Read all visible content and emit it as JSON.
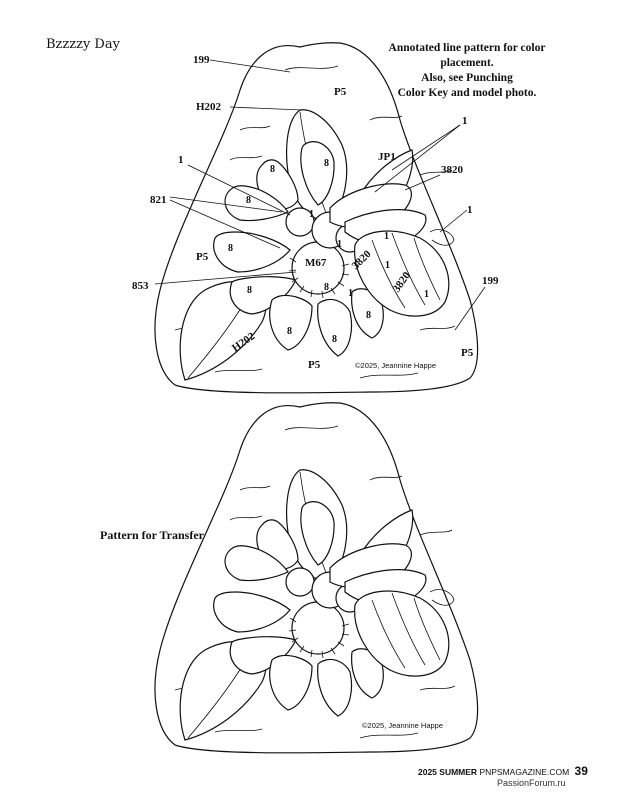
{
  "header": {
    "pattern_title": "Bzzzzy Day"
  },
  "annotation_note": {
    "lines": [
      "Annotated line pattern for color",
      "placement.",
      "Also, see Punching",
      "Color Key and model photo."
    ]
  },
  "color_labels": {
    "c199_top": "199",
    "h202_top": "H202",
    "p5_top": "P5",
    "one_left": "1",
    "c821": "821",
    "jp1": "JP1",
    "one_right": "1",
    "c3820": "3820",
    "one_far_right": "1",
    "p5_left": "P5",
    "m67": "M67",
    "c853": "853",
    "c199_right": "199",
    "p5_bottom_right": "P5",
    "p5_bottom": "P5",
    "h202_leaf": "H202",
    "c3820_body_a": "3820",
    "c3820_body_b": "3820",
    "eight": "8",
    "one": "1"
  },
  "copyright": "©2025, Jeannine Happe",
  "transfer_label": "Pattern for Transfer",
  "footer": {
    "season": "2025 SUMMER",
    "site": "PNPSMAGAZINE.COM",
    "page_number": "39"
  },
  "watermark": "PassionForum.ru"
}
